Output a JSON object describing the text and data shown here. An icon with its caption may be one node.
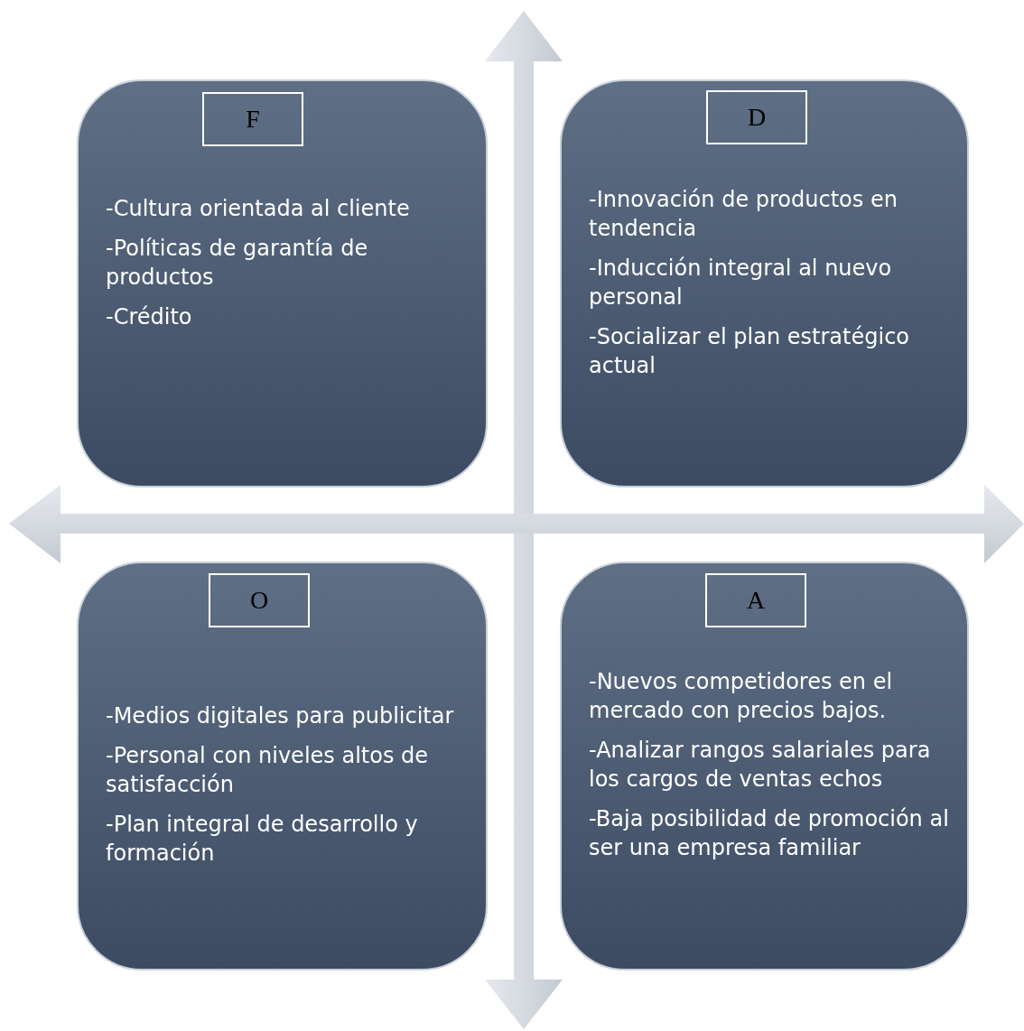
{
  "diagram": {
    "nodes": [
      {
        "text": [
          "-Cultura orientada al cliente",
          "-Políticas de garantía de productos",
          "-Crédito"
        ]
      },
      {
        "text": [
          "F"
        ],
        "in": 0
      },
      {
        "text": [
          "-Innovación de productos en tendencia",
          "-Inducción integral al nuevo personal",
          "-Socializar el plan estratégico actual"
        ]
      },
      {
        "text": [
          "D"
        ],
        "in": 2
      },
      {
        "text": [
          "-Medios digitales para publicitar",
          "-Personal con niveles altos de satisfacción",
          "-Plan integral de desarrollo y formación"
        ]
      },
      {
        "text": [
          "O"
        ],
        "in": 4
      },
      {
        "text": [
          "-Nuevos competidores en el mercado con precios bajos.",
          "-Analizar rangos salariales para los cargos de ventas echos",
          "-Baja posibilidad de promoción al ser una empresa familiar"
        ]
      },
      {
        "text": [
          "A"
        ],
        "in": 6
      }
    ],
    "edges": []
  }
}
